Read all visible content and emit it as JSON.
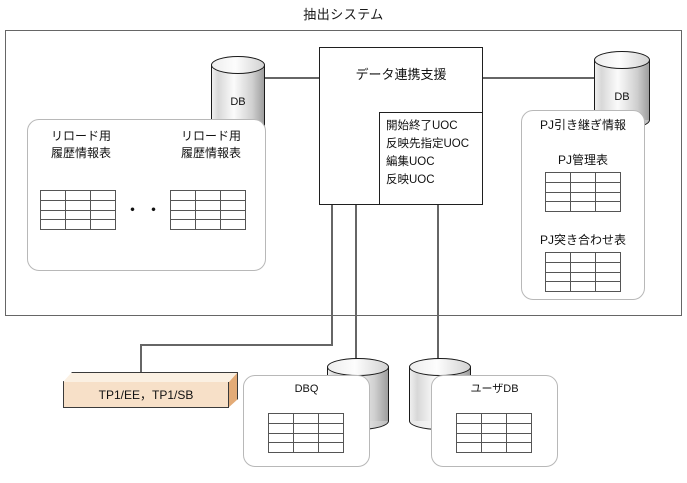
{
  "diagram": {
    "title": "抽出システム",
    "system_frame_name": "抽出システム枠"
  },
  "central": {
    "label": "データ連携支援",
    "uoc_box": {
      "items": [
        "開始終了UOC",
        "反映先指定UOC",
        "編集UOC",
        "反映UOC"
      ]
    }
  },
  "databases": {
    "top_left": {
      "label": "DB"
    },
    "top_right": {
      "label": "DB"
    },
    "bottom_left": {
      "label": "DBQ"
    },
    "bottom_right": {
      "label": "ユーザDB"
    }
  },
  "left_panel": {
    "tables": [
      {
        "line1": "リロード用",
        "line2": "履歴情報表"
      },
      {
        "line1": "リロード用",
        "line2": "履歴情報表"
      }
    ],
    "ellipsis": "・・・"
  },
  "right_panel": {
    "title": "PJ引き継ぎ情報",
    "tables": [
      {
        "label": "PJ管理表"
      },
      {
        "label": "PJ突き合わせ表"
      }
    ]
  },
  "tp1_box": {
    "label": "TP1/EE，TP1/SB"
  },
  "table_grid": {
    "columns": 3,
    "rows": 4
  },
  "colors": {
    "frame_border": "#666666",
    "box_border": "#1f1f1f",
    "rounded_border": "#b8b8b8",
    "tp1_fill": "#f7e0c8",
    "tp1_side": "#e3ab77",
    "line": "#666666",
    "text": "#111111"
  }
}
